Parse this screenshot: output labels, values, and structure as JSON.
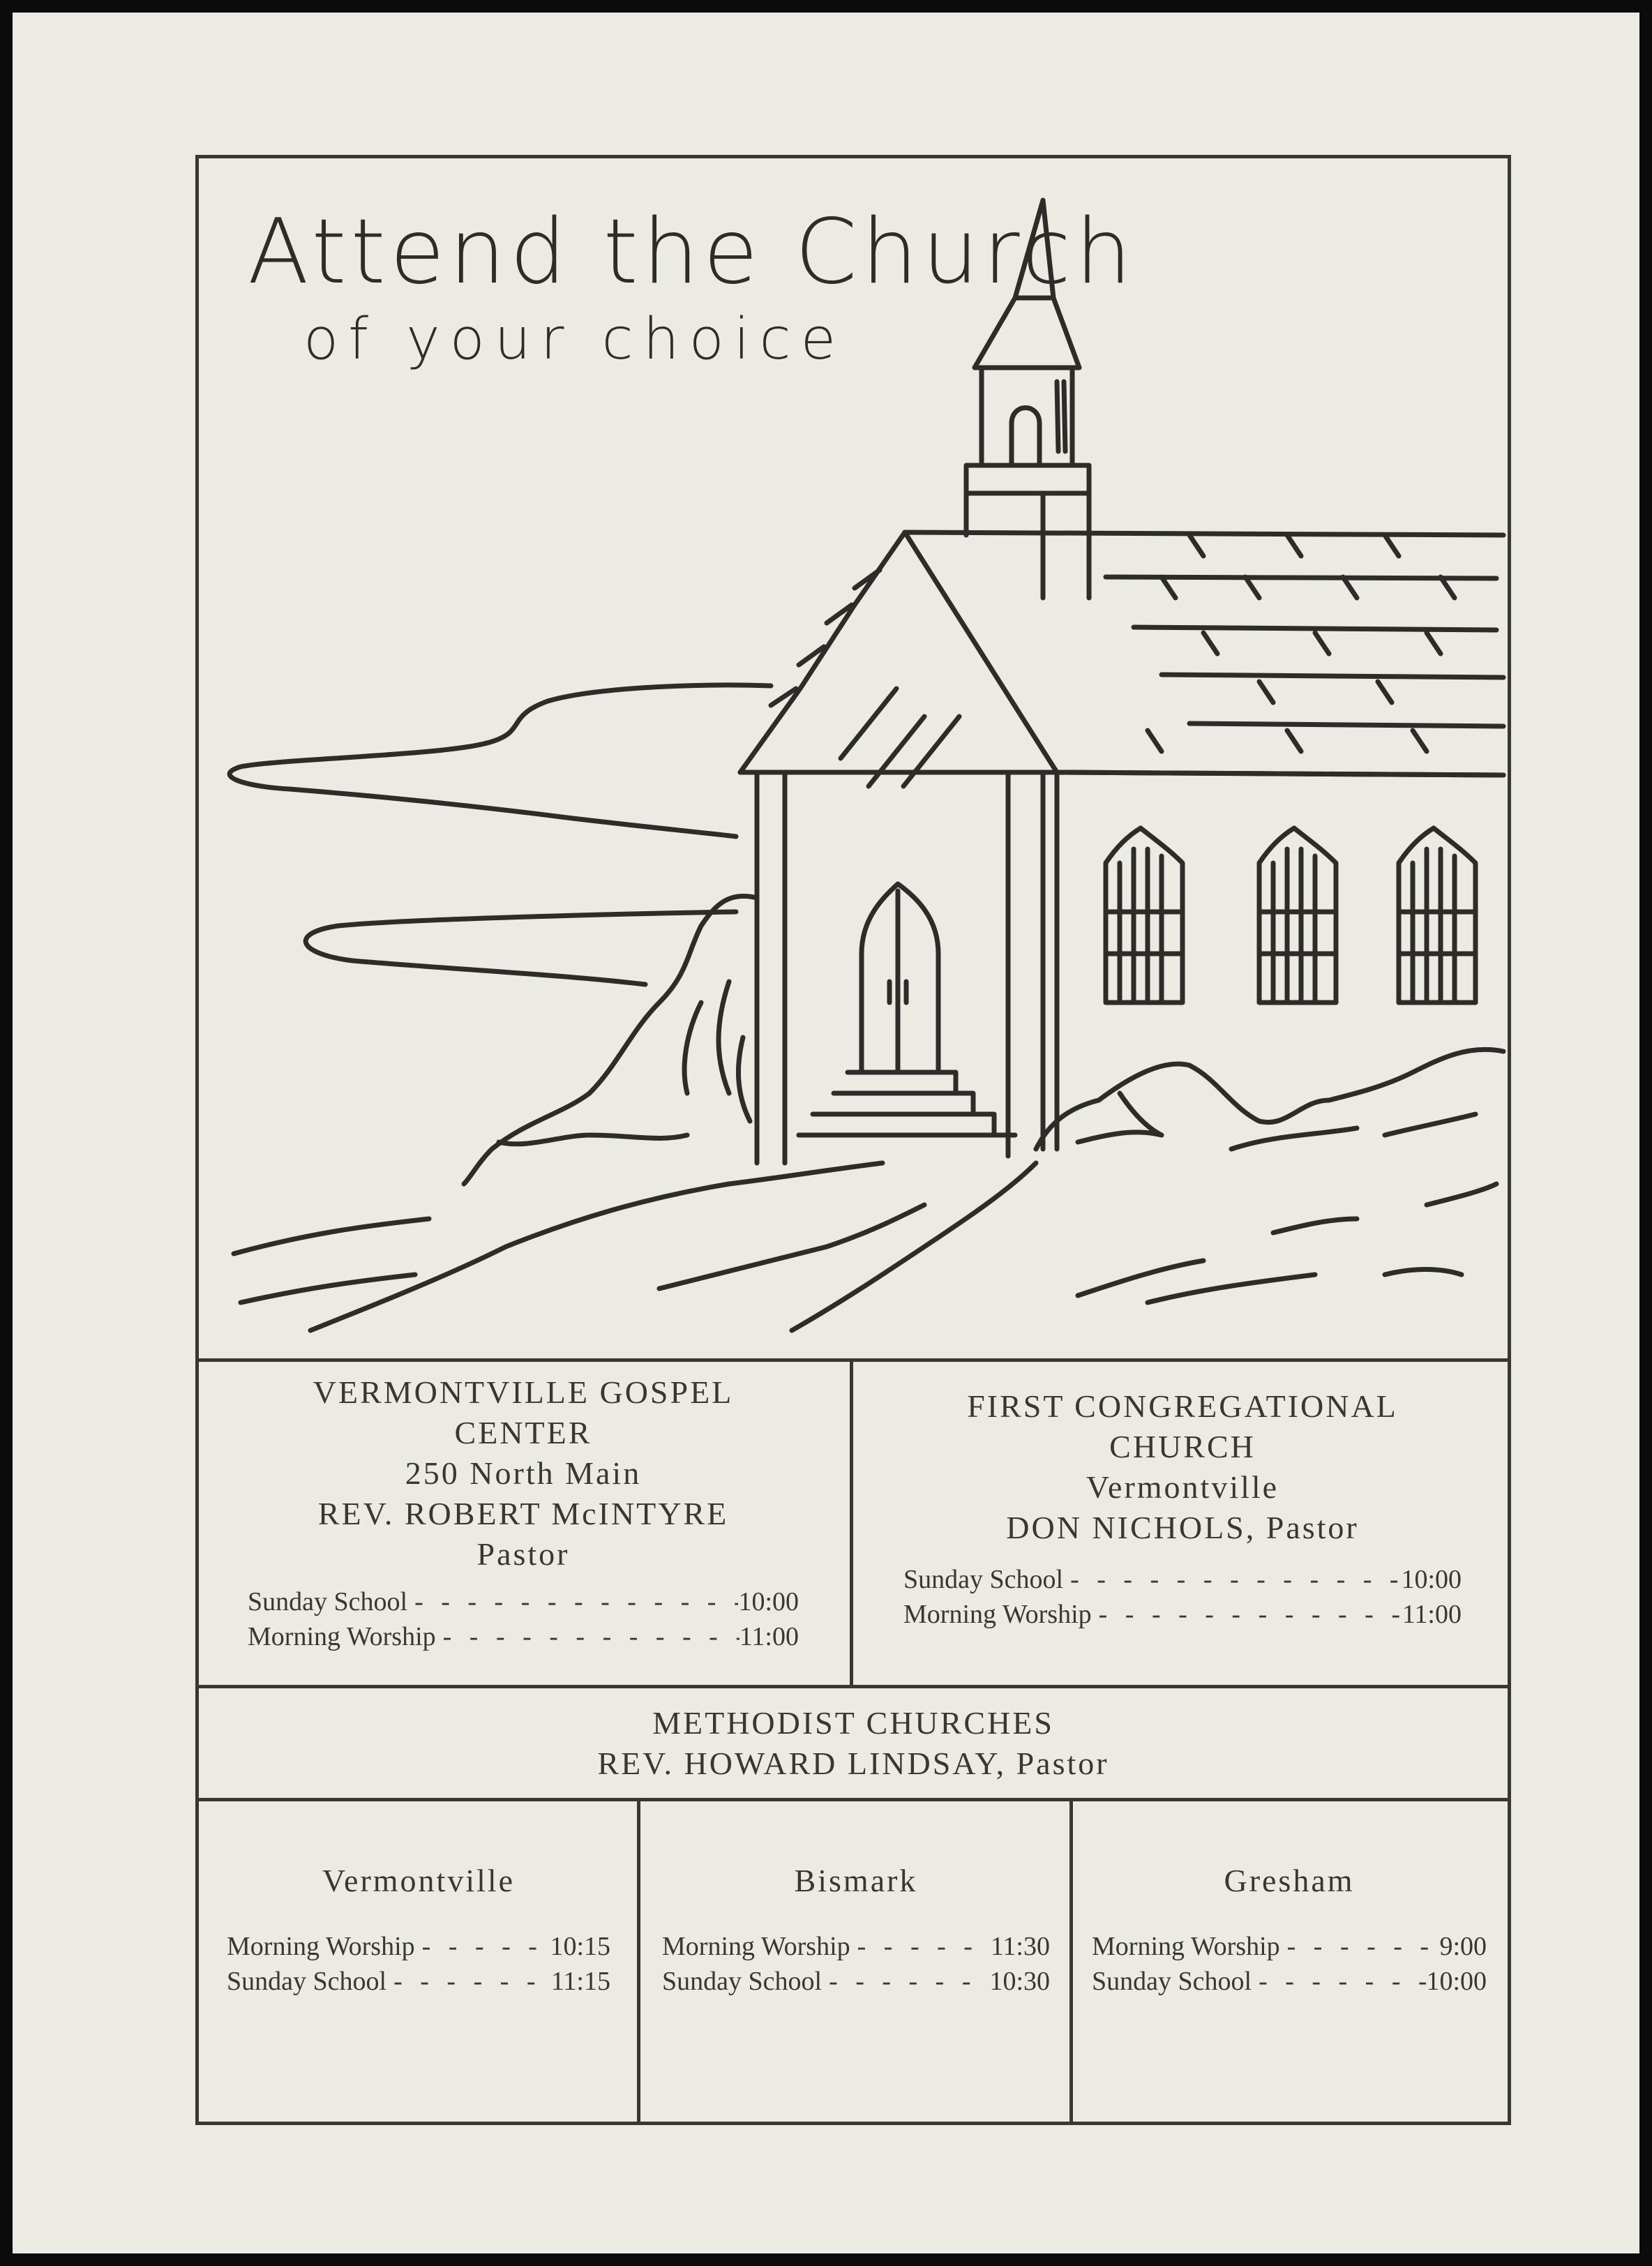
{
  "headline": {
    "line1": "Attend the Church",
    "line2": "of your choice"
  },
  "churches": [
    {
      "name_line1": "VERMONTVILLE GOSPEL",
      "name_line2": "CENTER",
      "address": "250 North Main",
      "pastor": "REV. ROBERT McINTYRE",
      "role": "Pastor",
      "schedule": [
        {
          "label": "Sunday School",
          "time": "10:00"
        },
        {
          "label": "Morning Worship",
          "time": "11:00"
        }
      ]
    },
    {
      "name_line1": "FIRST CONGREGATIONAL",
      "name_line2": "CHURCH",
      "address": "Vermontville",
      "pastor": "DON NICHOLS, Pastor",
      "schedule": [
        {
          "label": "Sunday School",
          "time": "10:00"
        },
        {
          "label": "Morning Worship",
          "time": "11:00"
        }
      ]
    }
  ],
  "methodist": {
    "title": "METHODIST CHURCHES",
    "pastor": "REV. HOWARD LINDSAY, Pastor",
    "locations": [
      {
        "name": "Vermontville",
        "schedule": [
          {
            "label": "Morning Worship",
            "time": "10:15"
          },
          {
            "label": "Sunday School",
            "time": "11:15"
          }
        ]
      },
      {
        "name": "Bismark",
        "schedule": [
          {
            "label": "Morning Worship",
            "time": "11:30"
          },
          {
            "label": "Sunday School",
            "time": "10:30"
          }
        ]
      },
      {
        "name": "Gresham",
        "schedule": [
          {
            "label": "Morning Worship",
            "time": "9:00"
          },
          {
            "label": "Sunday School",
            "time": "10:00"
          }
        ]
      }
    ]
  }
}
